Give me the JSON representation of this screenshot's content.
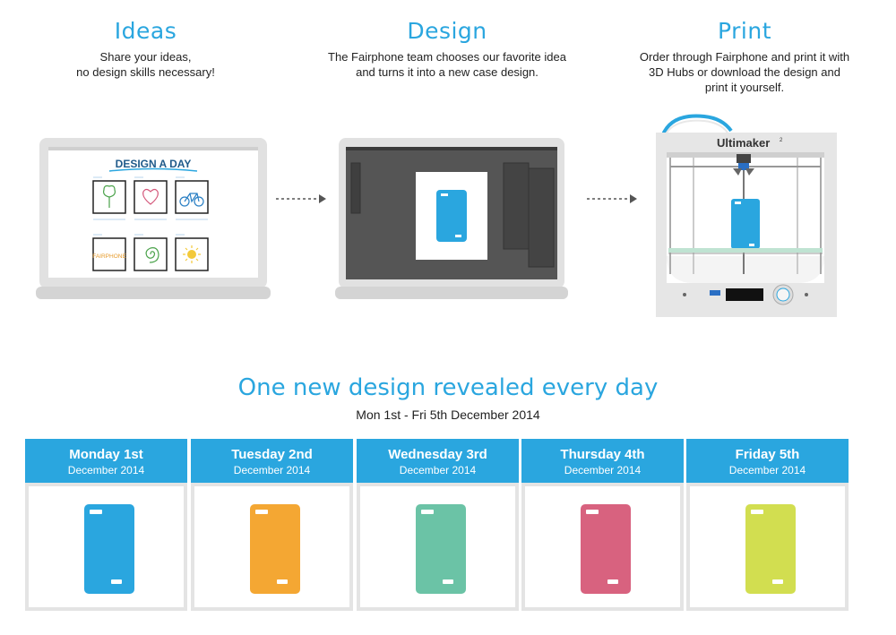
{
  "steps": {
    "ideas": {
      "title": "Ideas",
      "line1": "Share your ideas,",
      "line2": "no design skills necessary!"
    },
    "design": {
      "title": "Design",
      "line1": "The Fairphone team chooses our favorite idea",
      "line2": "and turns it into a new case design."
    },
    "print": {
      "title": "Print",
      "line1": "Order through Fairphone and print it with",
      "line2": "3D Hubs or download the design and",
      "line3": "print it yourself."
    }
  },
  "laptop1": {
    "heading": "DESIGN A DAY",
    "sketch_label": "FAIRPHONE"
  },
  "printer": {
    "brand": "Ultimaker",
    "model_mark": "2"
  },
  "reveal": {
    "title": "One new design revealed every day",
    "subtitle": "Mon 1st - Fri 5th December 2014"
  },
  "days": [
    {
      "name": "Monday 1st",
      "date": "December 2014",
      "color": "#2aa6df"
    },
    {
      "name": "Tuesday 2nd",
      "date": "December 2014",
      "color": "#f4a733"
    },
    {
      "name": "Wednesday 3rd",
      "date": "December 2014",
      "color": "#6bc3a6"
    },
    {
      "name": "Thursday 4th",
      "date": "December 2014",
      "color": "#d8627f"
    },
    {
      "name": "Friday 5th",
      "date": "December 2014",
      "color": "#d2de50"
    }
  ],
  "colors": {
    "accent": "#2aa6df",
    "laptop_gray": "#e1e1e1",
    "screen_dark": "#555555"
  }
}
